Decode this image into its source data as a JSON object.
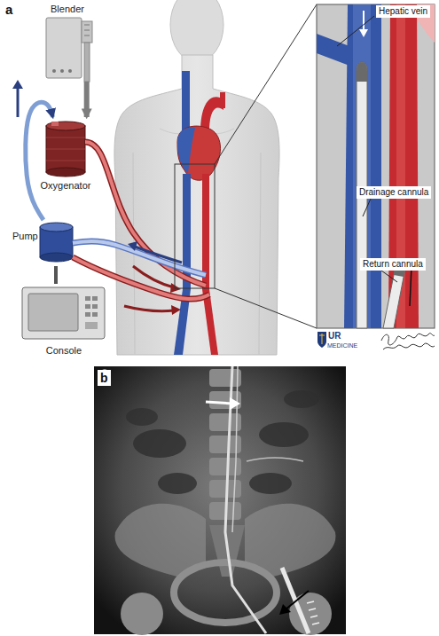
{
  "diagram": {
    "nodes": [
      {
        "text": [
          "Blender"
        ]
      },
      {
        "text": [
          "Oxygenator"
        ]
      },
      {
        "text": [
          "Pump"
        ]
      },
      {
        "text": [
          "Console"
        ]
      }
    ],
    "edges": [
      {
        "from": 0,
        "to": 1,
        "arrow": "to"
      },
      {
        "from": 2,
        "to": 1,
        "arrow": "to"
      },
      {
        "from": 2,
        "to": 3,
        "arrow": "none"
      }
    ],
    "labels": [
      "a",
      "Hepatic vein",
      "Drainage cannula",
      "Return cannula",
      "UR",
      "MEDICINE",
      "b"
    ]
  }
}
